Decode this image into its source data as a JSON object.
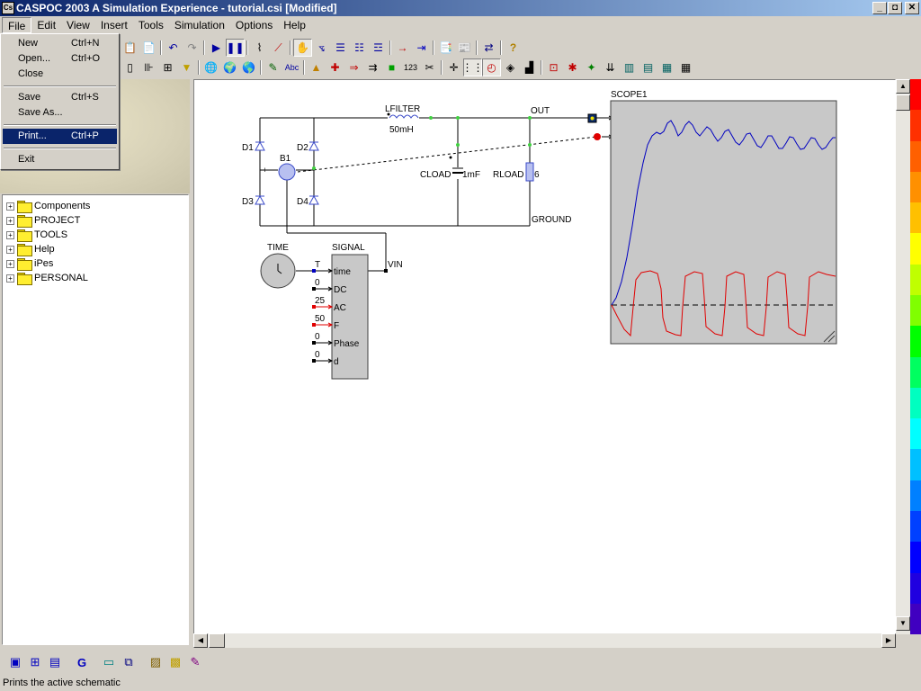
{
  "window": {
    "title": "CASPOC 2003 A Simulation Experience - tutorial.csi [Modified]",
    "app_icon": "Cs"
  },
  "window_buttons": {
    "minimize": "_",
    "maximize": "◘",
    "close": "✕"
  },
  "menu": [
    "File",
    "Edit",
    "View",
    "Insert",
    "Tools",
    "Simulation",
    "Options",
    "Help"
  ],
  "file_menu": {
    "group1": [
      {
        "label": "New",
        "shortcut": "Ctrl+N"
      },
      {
        "label": "Open...",
        "shortcut": "Ctrl+O"
      },
      {
        "label": "Close",
        "shortcut": ""
      }
    ],
    "group2": [
      {
        "label": "Save",
        "shortcut": "Ctrl+S"
      },
      {
        "label": "Save As...",
        "shortcut": ""
      }
    ],
    "group3": [
      {
        "label": "Print...",
        "shortcut": "Ctrl+P"
      }
    ],
    "group4": [
      {
        "label": "Exit",
        "shortcut": ""
      }
    ],
    "highlighted": "Print..."
  },
  "toolbar1": [
    "copy-icon",
    "paste-icon",
    "undo-icon",
    "redo-icon",
    "run-icon",
    "pause-icon",
    "wire-icon",
    "line-icon",
    "hand-icon",
    "measure-icon",
    "list-icon",
    "list-check-icon",
    "list-edit-icon",
    "node-arrow-icon",
    "capacitor-arrow-icon",
    "export-icon",
    "import-icon",
    "flip-icon",
    "help-icon"
  ],
  "toolbar2": [
    "resistor-icon",
    "capacitor-icon",
    "inductor-icon",
    "diode-icon",
    "globe-icon",
    "network-icon",
    "world-icon",
    "pen-icon",
    "text-icon",
    "triangle-icon",
    "cross-icon",
    "arrow-right-icon",
    "arrows-icon",
    "source-icon",
    "counter-icon",
    "probe-icon",
    "node-icon",
    "grid-icon",
    "clock-icon",
    "fill-icon",
    "palette-icon",
    "zoom-fit-icon",
    "component-icon",
    "control-icon",
    "sort-icon",
    "chip-icon",
    "chip2-icon",
    "chip3-icon",
    "table-icon"
  ],
  "tree": [
    "Components",
    "PROJECT",
    "TOOLS",
    "Help",
    "iPes",
    "PERSONAL"
  ],
  "schematic": {
    "labels": {
      "lfilter": "LFILTER",
      "lfilter_value": "50mH",
      "out": "OUT",
      "ground": "GROUND",
      "d1": "D1",
      "d2": "D2",
      "d3": "D3",
      "d4": "D4",
      "b1": "B1",
      "cload": "CLOAD",
      "cload_value": "1mF",
      "rload": "RLOAD",
      "rload_value": "6",
      "scope": "SCOPE1",
      "time": "TIME",
      "signal": "SIGNAL",
      "vin": "VIN",
      "plus": "+",
      "minus": "-"
    },
    "signal_block": {
      "ports": [
        {
          "name": "time",
          "value": "T"
        },
        {
          "name": "DC",
          "value": "0"
        },
        {
          "name": "AC",
          "value": "25"
        },
        {
          "name": "F",
          "value": "50"
        },
        {
          "name": "Phase",
          "value": "0"
        },
        {
          "name": "d",
          "value": "0"
        }
      ]
    }
  },
  "colors": {
    "title_start": "#0a246a",
    "title_end": "#a6caf0",
    "highlight": "#0a246a",
    "scope_bg": "#c8c8c8",
    "trace_blue": "#0000c0",
    "trace_red": "#e00000",
    "wire": "#000000",
    "component_blue": "#3a4ac8"
  },
  "color_scale": [
    "#ff0000",
    "#ff3000",
    "#ff6000",
    "#ff9000",
    "#ffc000",
    "#ffff00",
    "#c0ff00",
    "#80ff00",
    "#00ff00",
    "#00ff60",
    "#00ffc0",
    "#00ffff",
    "#00c0ff",
    "#0080ff",
    "#0040ff",
    "#0000ff",
    "#2000e0",
    "#4000c0"
  ],
  "bottom_toolbar": [
    "component-lib-icon",
    "tree-icon",
    "chip-icon",
    "refresh-icon",
    "window-icon",
    "windows-icon",
    "image-icon",
    "folder-image-icon",
    "pencil-icon"
  ],
  "status": "Prints the active schematic"
}
